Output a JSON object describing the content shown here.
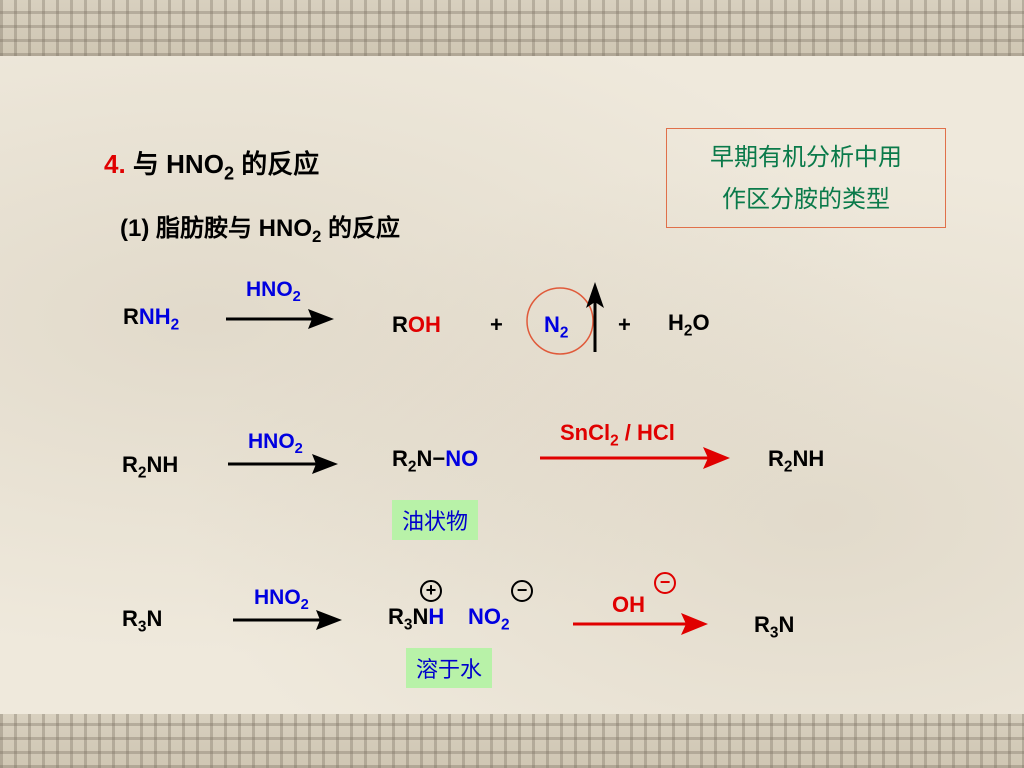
{
  "section": {
    "number": "4.",
    "prefix": "与 HNO",
    "sub": "2",
    "suffix": " 的反应"
  },
  "subsection": {
    "label": "(1) 脂肪胺与 HNO",
    "sub": "2",
    "suffix": " 的反应"
  },
  "note_box": {
    "line1": "早期有机分析中用",
    "line2": "作区分胺的类型"
  },
  "row1": {
    "reactant_r": "R",
    "reactant_nh": "NH",
    "reactant_sub": "2",
    "reagent": "HNO",
    "reagent_sub": "2",
    "product_r": "R",
    "product_oh": "OH",
    "plus1": "+",
    "n2": "N",
    "n2_sub": "2",
    "plus2": "+",
    "water_h": "H",
    "water_sub": "2",
    "water_o": "O"
  },
  "row2": {
    "reactant_r": "R",
    "reactant_sub": "2",
    "reactant_nh": "NH",
    "reagent": "HNO",
    "reagent_sub": "2",
    "product_r": "R",
    "product_sub": "2",
    "product_n": "N",
    "product_dash": "−",
    "product_no": "NO",
    "reagent2_a": "SnCl",
    "reagent2_sub": "2",
    "reagent2_b": " / HCl",
    "final_r": "R",
    "final_sub": "2",
    "final_nh": "NH",
    "tag": "油状物"
  },
  "row3": {
    "reactant_r": "R",
    "reactant_sub": "3",
    "reactant_n": "N",
    "reagent": "HNO",
    "reagent_sub": "2",
    "salt_r": "R",
    "salt_sub": "3",
    "salt_n": "N",
    "salt_h": "H",
    "plus_sign": "+",
    "minus_sign": "−",
    "anion_no": "NO",
    "anion_sub": "2",
    "reagent2": "OH",
    "reagent2_sign": "−",
    "final_r": "R",
    "final_sub": "3",
    "final_n": "N",
    "tag": "溶于水"
  },
  "colors": {
    "red": "#e00000",
    "blue": "#0000e0",
    "green_text": "#0a7a4a",
    "tag_bg": "#b8f2a8"
  }
}
